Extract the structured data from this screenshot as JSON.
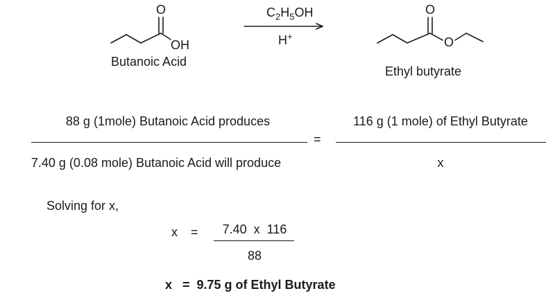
{
  "reaction": {
    "reactant": {
      "label": "Butanoic Acid",
      "atom_o": "O",
      "atom_oh": "OH"
    },
    "reagent": {
      "c": "C",
      "sub1": "2",
      "h": "H",
      "sub2": "5",
      "oh": "OH",
      "catalyst": "H",
      "catalyst_sup": "+"
    },
    "product": {
      "label": "Ethyl butyrate",
      "atom_o_top": "O",
      "atom_o_mid": "O"
    }
  },
  "proportion": {
    "left_top": "88 g (1mole) Butanoic Acid produces",
    "left_bottom": "7.40 g (0.08 mole) Butanoic Acid will produce",
    "equals": "=",
    "right_top": "116 g (1 mole) of Ethyl Butyrate",
    "right_bottom": "x"
  },
  "solution": {
    "intro": "Solving for x,",
    "lhs": "x",
    "equals": "=",
    "numerator": "7.40  x  116",
    "denominator": "88",
    "result": "x   =  9.75 g of Ethyl Butyrate"
  },
  "colors": {
    "ink": "#1a1a1a",
    "background": "#ffffff"
  }
}
